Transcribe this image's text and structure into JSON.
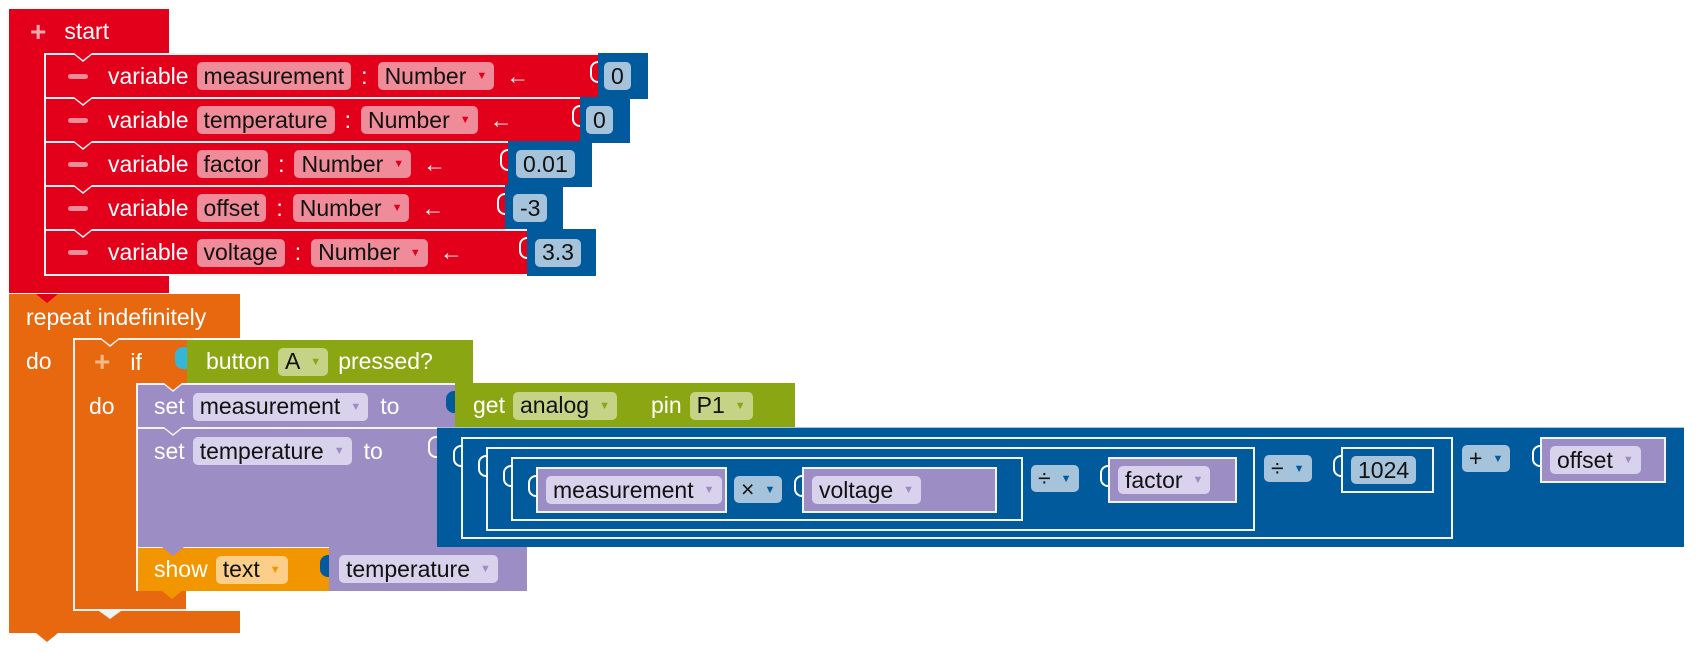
{
  "start_block": {
    "label": "start",
    "expand_icon": "plus-icon",
    "variables": [
      {
        "keyword": "variable",
        "name": "measurement",
        "sep": ":",
        "type": "Number",
        "assign": "←",
        "value": "0"
      },
      {
        "keyword": "variable",
        "name": "temperature",
        "sep": ":",
        "type": "Number",
        "assign": "←",
        "value": "0"
      },
      {
        "keyword": "variable",
        "name": "factor",
        "sep": ":",
        "type": "Number",
        "assign": "←",
        "value": "0.01"
      },
      {
        "keyword": "variable",
        "name": "offset",
        "sep": ":",
        "type": "Number",
        "assign": "←",
        "value": "-3"
      },
      {
        "keyword": "variable",
        "name": "voltage",
        "sep": ":",
        "type": "Number",
        "assign": "←",
        "value": "3.3"
      }
    ]
  },
  "repeat_block": {
    "label": "repeat indefinitely",
    "do_label": "do"
  },
  "if_block": {
    "label": "if",
    "do_label": "do",
    "condition": {
      "prefix": "button",
      "button": "A",
      "suffix": "pressed?"
    }
  },
  "set_measurement": {
    "set_label": "set",
    "variable": "measurement",
    "to_label": "to",
    "value": {
      "get_label": "get",
      "mode": "analog",
      "pin_label": "pin",
      "pin": "P1"
    }
  },
  "set_temperature": {
    "set_label": "set",
    "variable": "temperature",
    "to_label": "to",
    "expression": {
      "mul_left": "measurement",
      "mul_op": "×",
      "mul_right": "voltage",
      "div1_op": "÷",
      "div1_right": "factor",
      "div2_op": "÷",
      "div2_right": "1024",
      "add_op": "+",
      "add_right": "offset"
    }
  },
  "show_block": {
    "label": "show",
    "mode": "text",
    "value": "temperature"
  },
  "colors": {
    "start": "#e2001a",
    "control": "#e8680f",
    "input": "#8aa613",
    "variables": "#9c8ec4",
    "math": "#005a9c",
    "display": "#f29600"
  }
}
